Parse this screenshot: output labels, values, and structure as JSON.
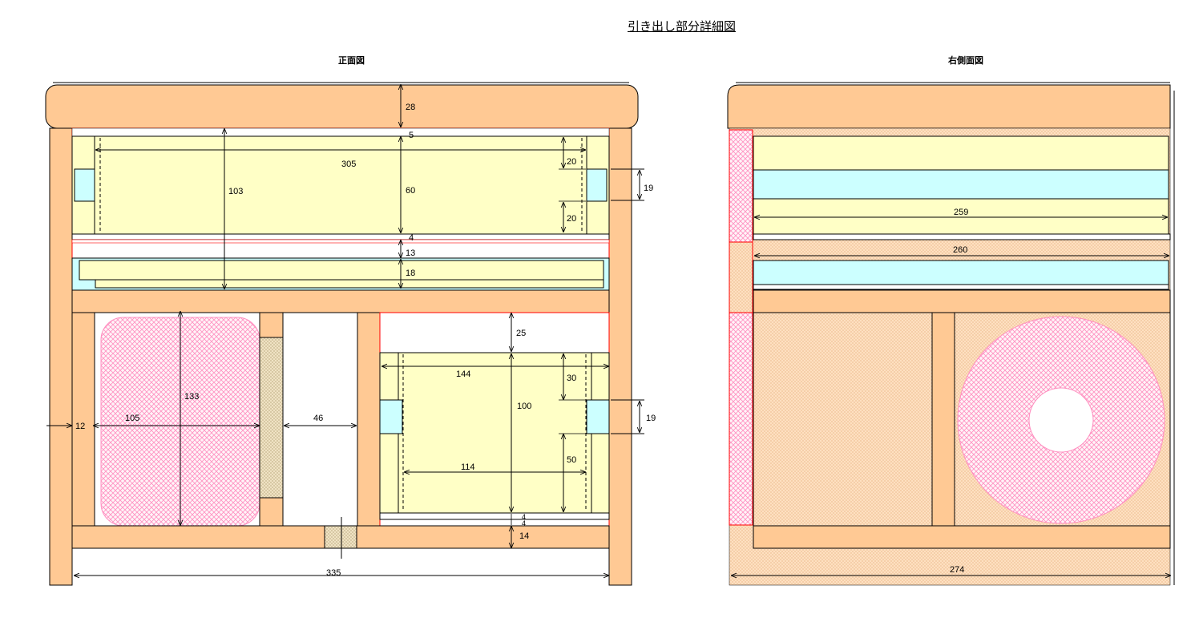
{
  "title": "引き出し部分詳細図",
  "views": {
    "front": "正面図",
    "side": "右側面図"
  },
  "colors": {
    "wood": "#ffc994",
    "drawer": "#ffffc6",
    "glide": "#ccffff",
    "hatch_pink": "#ff8fc0",
    "red_line": "#ff0000"
  },
  "dimensions": {
    "front": {
      "top_board": "28",
      "gap_top": "5",
      "drawer_width": "305",
      "upper_depth": "103",
      "drawer_height": "60",
      "rail_offset_top": "20",
      "rail_offset_bottom": "20",
      "rail_thickness_right": "19",
      "bottom_gap": "4",
      "shelf_gap": "13",
      "tray": "18",
      "cd_width": "105",
      "cd_height": "133",
      "side_thickness": "12",
      "gap_mid": "46",
      "lower_top_gap": "25",
      "lower_width": "144",
      "lower_rail_top": "30",
      "lower_height": "100",
      "lower_rail_thickness": "19",
      "lower_inner_width": "114",
      "lower_rail_bottom": "50",
      "lower_gap_a": "4",
      "lower_gap_b": "4",
      "bottom_board": "14",
      "inner_width": "335"
    },
    "side": {
      "drawer_depth": "259",
      "tray_depth": "260",
      "overall_depth": "274"
    }
  }
}
